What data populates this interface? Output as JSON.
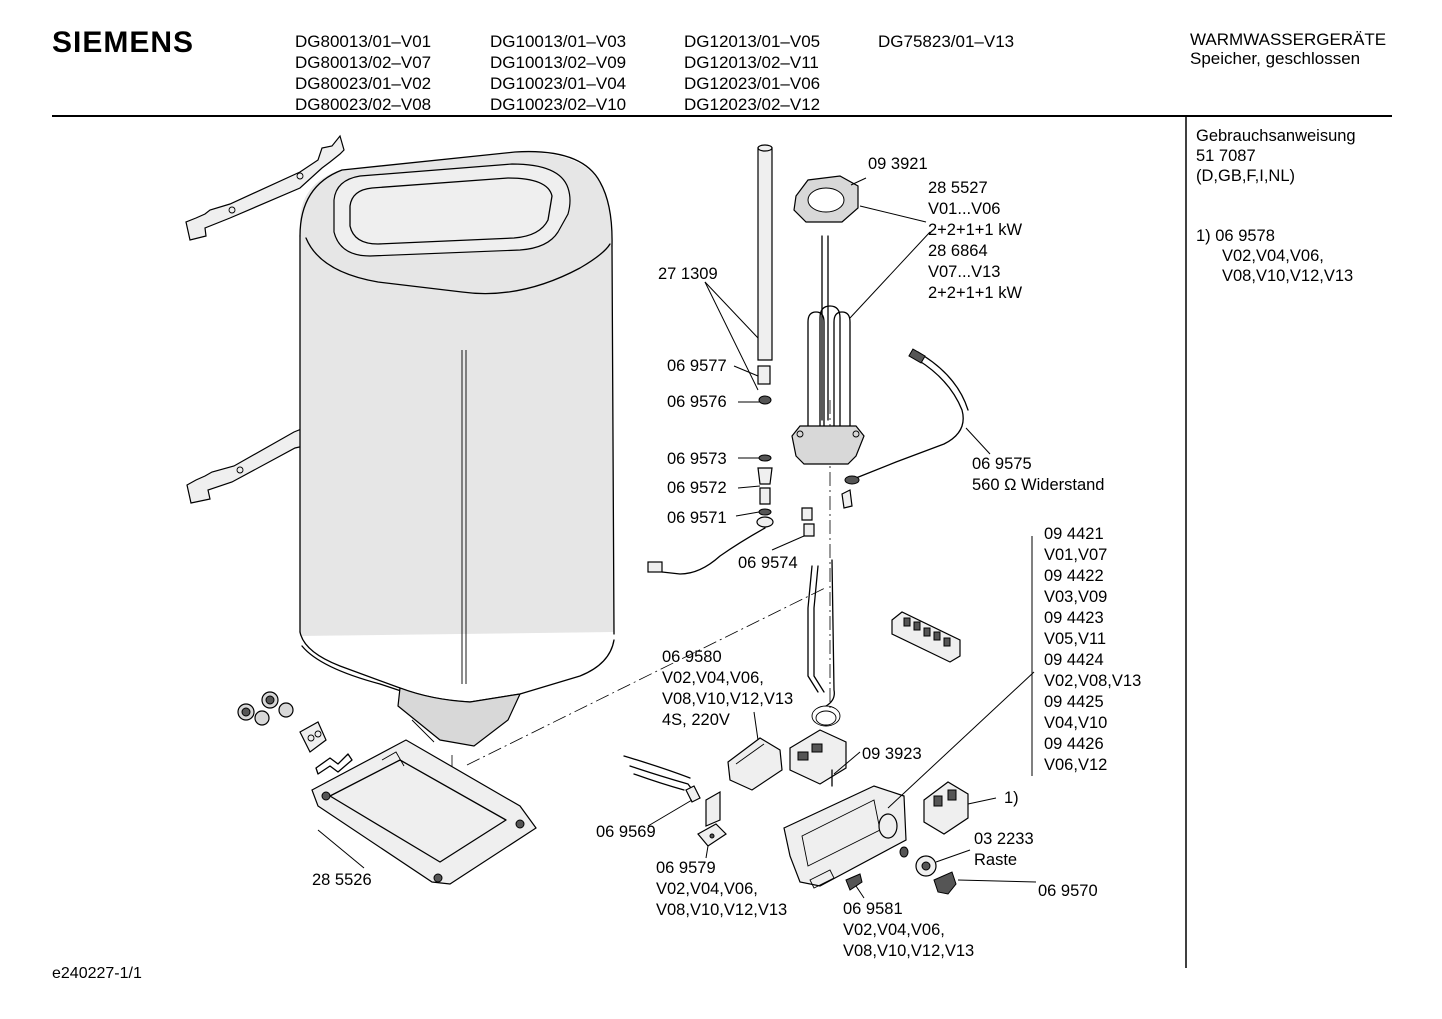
{
  "header": {
    "brand": "SIEMENS",
    "models": [
      [
        "DG80013/01–V01",
        "DG80013/02–V07",
        "DG80023/01–V02",
        "DG80023/02–V08"
      ],
      [
        "DG10013/01–V03",
        "DG10013/02–V09",
        "DG10023/01–V04",
        "DG10023/02–V10"
      ],
      [
        "DG12013/01–V05",
        "DG12013/02–V11",
        "DG12023/01–V06",
        "DG12023/02–V12"
      ],
      [
        "DG75823/01–V13"
      ]
    ],
    "category": "WARMWASSERGERÄTE",
    "subcategory": "Speicher, geschlossen"
  },
  "sidebar": {
    "manual_title": "Gebrauchsanweisung",
    "manual_number": "51 7087",
    "manual_languages": "(D,GB,F,I,NL)",
    "note_1": "1) 06 9578",
    "note_2": "V02,V04,V06,",
    "note_3": "V08,V10,V12,V13"
  },
  "parts": {
    "p093921": "09 3921",
    "p285527": "28 5527",
    "p285527_var": "V01...V06",
    "p285527_power": "2+2+1+1 kW",
    "p286864": "28 6864",
    "p286864_var": "V07...V13",
    "p286864_power": "2+2+1+1 kW",
    "p271309": "27 1309",
    "p069577": "06 9577",
    "p069576": "06 9576",
    "p069573": "06 9573",
    "p069572": "06 9572",
    "p069571": "06 9571",
    "p069574": "06 9574",
    "p069575": "06 9575",
    "p069575_desc": "560 Ω Widerstand",
    "p069580": "06 9580",
    "p069580_var1": "V02,V04,V06,",
    "p069580_var2": "V08,V10,V12,V13",
    "p069580_spec": "4S, 220V",
    "p093923": "09 3923",
    "p069569": "06 9569",
    "p069579": "06 9579",
    "p069579_var1": "V02,V04,V06,",
    "p069579_var2": "V08,V10,V12,V13",
    "p069581": "06 9581",
    "p069581_var1": "V02,V04,V06,",
    "p069581_var2": "V08,V10,V12,V13",
    "p285526": "28 5526",
    "p032233": "03 2233",
    "p032233_desc": "Raste",
    "p069570": "06 9570",
    "note_ref": "1)",
    "knob_list": [
      "09 4421",
      "V01,V07",
      "09 4422",
      "V03,V09",
      "09 4423",
      "V05,V11",
      "09 4424",
      "V02,V08,V13",
      "09 4425",
      "V04,V10",
      "09 4426",
      "V06,V12"
    ]
  },
  "footer": {
    "doc_id": "e240227-1/1"
  }
}
